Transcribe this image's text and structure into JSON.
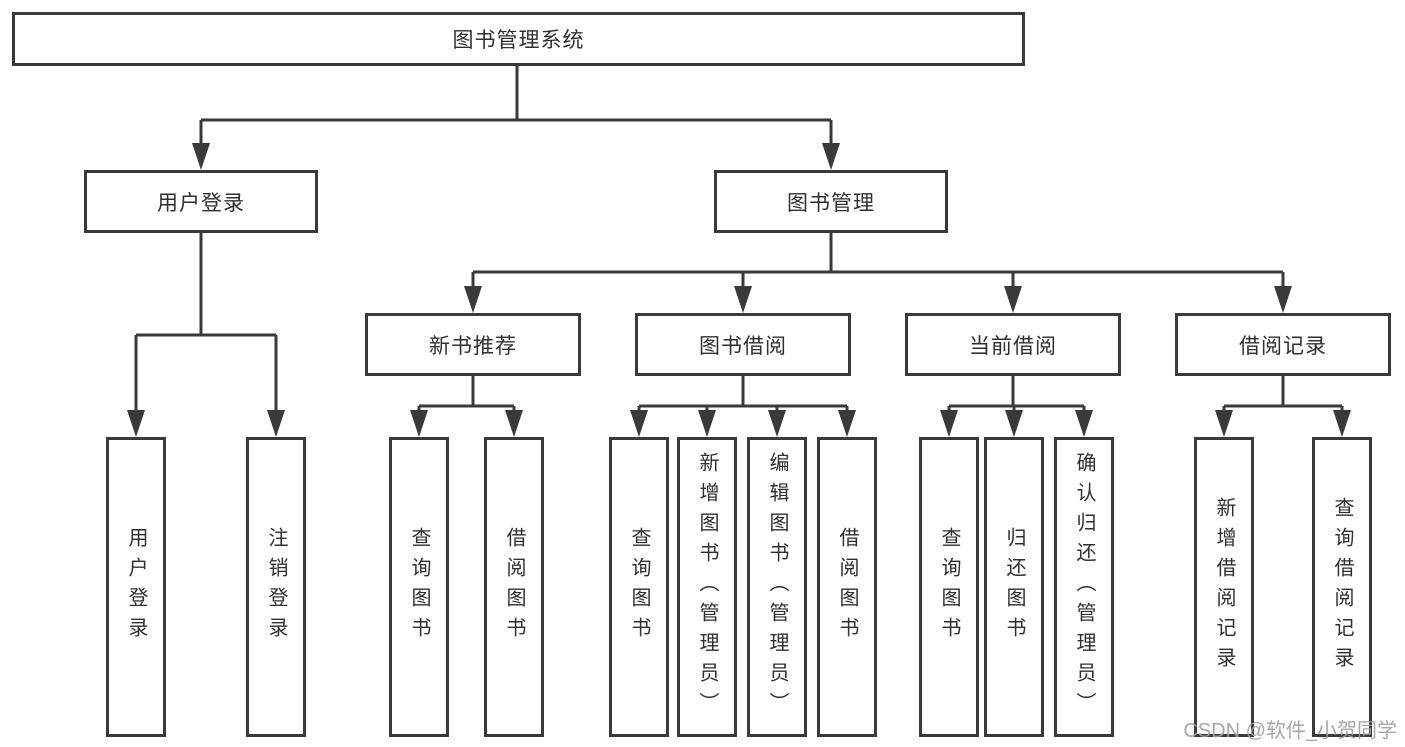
{
  "diagram": {
    "title": "图书管理系统",
    "children": [
      {
        "label": "用户登录",
        "leaves": [
          "用户登录",
          "注销登录"
        ]
      },
      {
        "label": "图书管理",
        "children": [
          {
            "label": "新书推荐",
            "leaves": [
              "查询图书",
              "借阅图书"
            ]
          },
          {
            "label": "图书借阅",
            "leaves": [
              "查询图书",
              "新增图书（管理员）",
              "编辑图书（管理员）",
              "借阅图书"
            ]
          },
          {
            "label": "当前借阅",
            "leaves": [
              "查询图书",
              "归还图书",
              "确认归还（管理员）"
            ]
          },
          {
            "label": "借阅记录",
            "leaves": [
              "新增借阅记录",
              "查询借阅记录"
            ]
          }
        ]
      }
    ]
  },
  "watermark": {
    "text": "CSDN @软件_小贺同学"
  },
  "colors": {
    "line": "#3a3a3a",
    "text": "#2f2f2f",
    "box_background": "#ffffff",
    "watermark": "#9e9e9e",
    "background": "#ffffff"
  }
}
